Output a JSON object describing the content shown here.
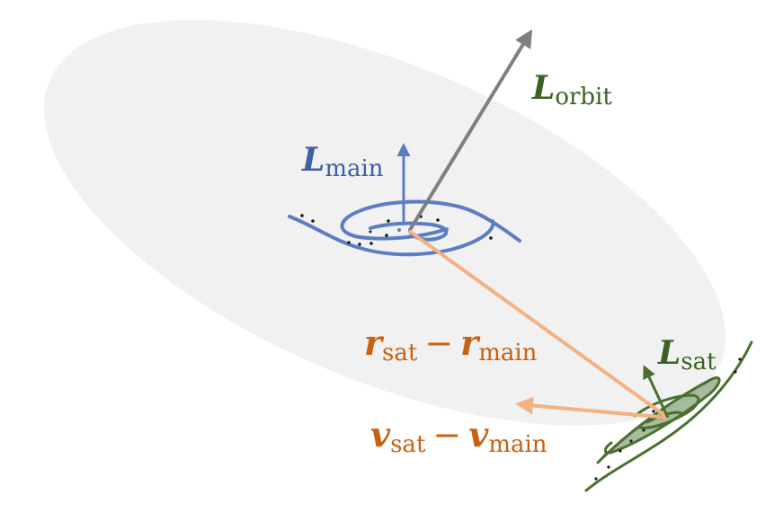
{
  "colors": {
    "orbital_plane": "#ebebeb",
    "main_galaxy": "#5b7ec2",
    "satellite_galaxy": "#4a7031",
    "satellite_fill": "#8aa67c",
    "orbit_vector": "#7f7f7f",
    "relative_vectors": "#f4b183",
    "relative_labels": "#c8600e",
    "main_label": "#3d5fa3",
    "green_labels": "#3b6124"
  },
  "labels": {
    "L_orbit": {
      "symbol": "L",
      "subscript": "orbit"
    },
    "L_main": {
      "symbol": "L",
      "subscript": "main"
    },
    "L_sat": {
      "symbol": "L",
      "subscript": "sat"
    },
    "r_rel": {
      "sym1": "r",
      "sub1": "sat",
      "operator": "−",
      "sym2": "r",
      "sub2": "main"
    },
    "v_rel": {
      "sym1": "v",
      "sub1": "sat",
      "operator": "−",
      "sym2": "v",
      "sub2": "main"
    }
  }
}
